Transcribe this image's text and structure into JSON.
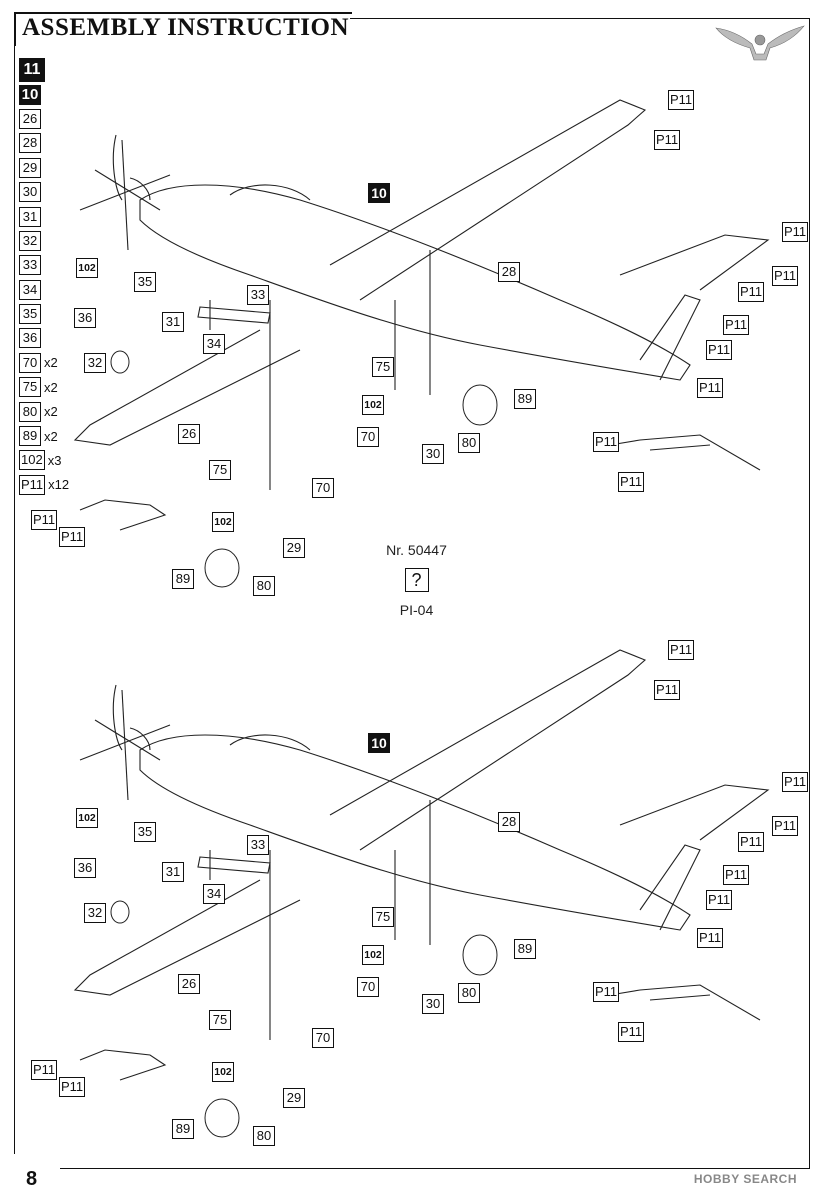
{
  "header": {
    "title": "ASSEMBLY INSTRUCTION"
  },
  "page_number": "8",
  "step_index": [
    {
      "num": "11",
      "style": "dark-big"
    },
    {
      "num": "10",
      "style": "dark"
    }
  ],
  "parts_list": [
    {
      "num": "26",
      "qty": ""
    },
    {
      "num": "28",
      "qty": ""
    },
    {
      "num": "29",
      "qty": ""
    },
    {
      "num": "30",
      "qty": ""
    },
    {
      "num": "31",
      "qty": ""
    },
    {
      "num": "32",
      "qty": ""
    },
    {
      "num": "33",
      "qty": ""
    },
    {
      "num": "34",
      "qty": ""
    },
    {
      "num": "35",
      "qty": ""
    },
    {
      "num": "36",
      "qty": ""
    },
    {
      "num": "70",
      "qty": "x2"
    },
    {
      "num": "75",
      "qty": "x2"
    },
    {
      "num": "80",
      "qty": "x2"
    },
    {
      "num": "89",
      "qty": "x2"
    },
    {
      "num": "102",
      "qty": "x3"
    },
    {
      "num": "P11",
      "qty": "x12"
    }
  ],
  "kit": {
    "number": "Nr. 50447",
    "question_mark": "?",
    "model": "PI-04"
  },
  "diagram_top": {
    "step": "10",
    "labels": [
      "102",
      "35",
      "36",
      "31",
      "32",
      "34",
      "33",
      "26",
      "28",
      "75",
      "102",
      "70",
      "30",
      "80",
      "89",
      "75",
      "70",
      "102",
      "29",
      "89",
      "80",
      "P11",
      "P11",
      "P11",
      "P11",
      "P11",
      "P11",
      "P11",
      "P11",
      "P11",
      "P11",
      "P11",
      "P11"
    ]
  },
  "diagram_bottom": {
    "step": "10",
    "labels": [
      "102",
      "35",
      "36",
      "31",
      "32",
      "34",
      "33",
      "26",
      "28",
      "75",
      "102",
      "70",
      "30",
      "80",
      "89",
      "75",
      "70",
      "102",
      "29",
      "89",
      "80",
      "P11",
      "P11",
      "P11",
      "P11",
      "P11",
      "P11",
      "P11",
      "P11",
      "P11",
      "P11",
      "P11",
      "P11"
    ]
  },
  "watermark": "HOBBY SEARCH"
}
